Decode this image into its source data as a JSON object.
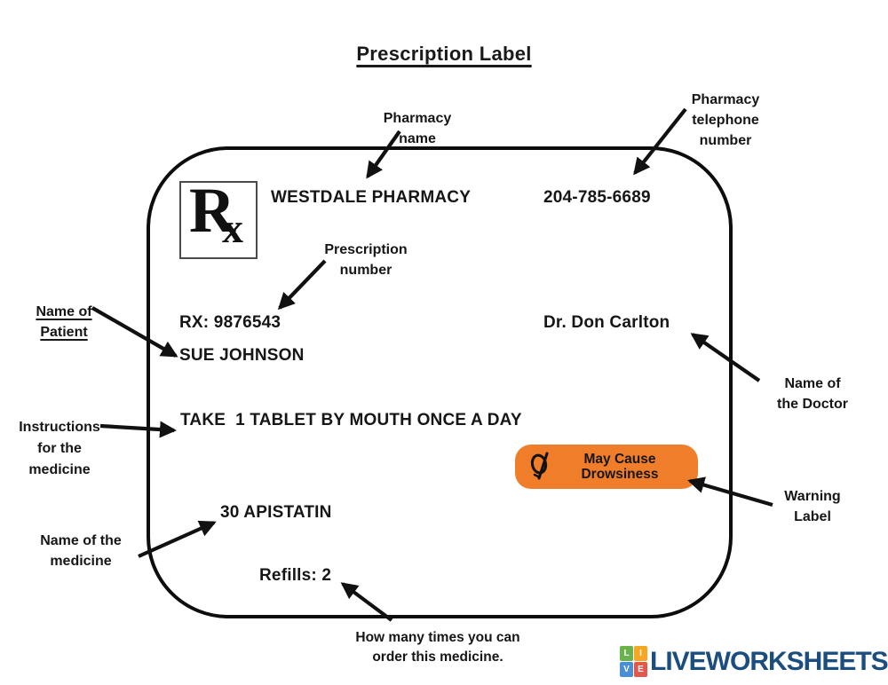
{
  "title": "Prescription Label",
  "label": {
    "rx_symbol_r": "R",
    "rx_symbol_x": "x",
    "pharmacy_name": "WESTDALE PHARMACY",
    "pharmacy_phone": "204-785-6689",
    "prescription_number": "RX: 9876543",
    "doctor_name": "Dr. Don Carlton",
    "patient_name": "SUE JOHNSON",
    "instructions": "TAKE  1 TABLET BY MOUTH ONCE A DAY",
    "warning": {
      "line1": "May Cause",
      "line2": "Drowsiness",
      "bg_color": "#ef7d2a",
      "text_color": "#161616"
    },
    "medicine_name": "30 APISTATIN",
    "refills": "Refills: 2"
  },
  "annotations": {
    "pharmacy_name": {
      "line1": "Pharmacy",
      "line2": "name"
    },
    "pharmacy_phone": {
      "line1": "Pharmacy",
      "line2": "telephone",
      "line3": "number"
    },
    "prescription_number": {
      "line1": "Prescription",
      "line2": "number"
    },
    "patient_name": {
      "line1": "Name of",
      "line2": "Patient"
    },
    "doctor_name": {
      "line1": "Name of",
      "line2": "the Doctor"
    },
    "instructions": {
      "line1": "Instructions",
      "line2": "for the",
      "line3": "medicine"
    },
    "warning_label": {
      "line1": "Warning",
      "line2": "Label"
    },
    "medicine_name": {
      "line1": "Name of the",
      "line2": "medicine"
    },
    "refills": {
      "line1": "How many times you can",
      "line2": "order this medicine."
    }
  },
  "footer": {
    "logo_text": "LIVEWORKSHEETS",
    "logo_text_color": "#1b4d7e",
    "logo_squares": [
      {
        "letter": "L",
        "color": "#6ab34c"
      },
      {
        "letter": "I",
        "color": "#f6a623"
      },
      {
        "letter": "V",
        "color": "#4a8fd3"
      },
      {
        "letter": "E",
        "color": "#e2574c"
      }
    ]
  }
}
